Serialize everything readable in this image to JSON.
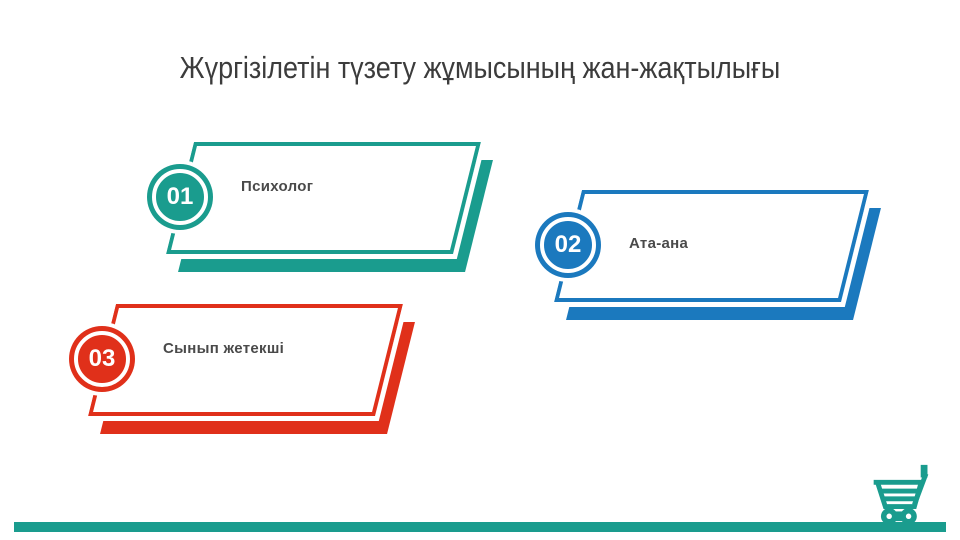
{
  "slide": {
    "title": "Жүргізілетін түзету жұмысының жан-жақтылығы",
    "cards": [
      {
        "number": "01",
        "label": "Психолог",
        "color": "#1A9C8E"
      },
      {
        "number": "02",
        "label": "Ата-ана",
        "color": "#1B79BE"
      },
      {
        "number": "03",
        "label": "Сынып жетекші",
        "color": "#E0301A"
      }
    ],
    "footer": {
      "bar_color": "#1A9C8E",
      "cart_icon": "shopping-cart-icon",
      "cart_icon_color": "#1A9C8E"
    },
    "colors": {
      "teal": "#1A9C8E",
      "blue": "#1B79BE",
      "red": "#E0301A",
      "label": "#4A4A4A",
      "title": "#3C3C3C",
      "background": "#FFFFFF"
    }
  }
}
